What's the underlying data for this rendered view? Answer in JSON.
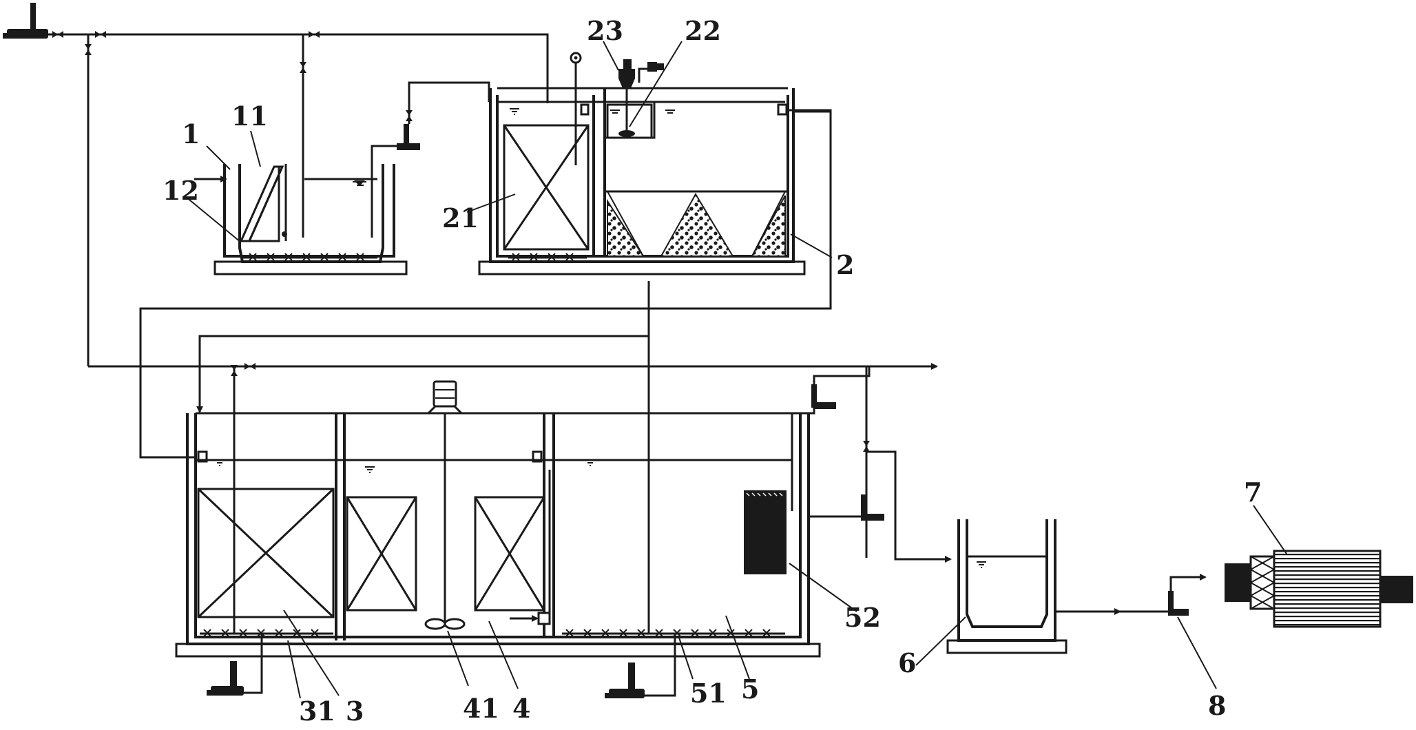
{
  "labels": {
    "l1": "1",
    "l11": "11",
    "l12": "12",
    "l2": "2",
    "l21": "21",
    "l22": "22",
    "l23": "23",
    "l3": "3",
    "l31": "31",
    "l4": "4",
    "l41": "41",
    "l5": "5",
    "l51": "51",
    "l52": "52",
    "l6": "6",
    "l7": "7",
    "l8": "8"
  },
  "colors": {
    "line": "#1a1a1a",
    "background": "#ffffff"
  }
}
